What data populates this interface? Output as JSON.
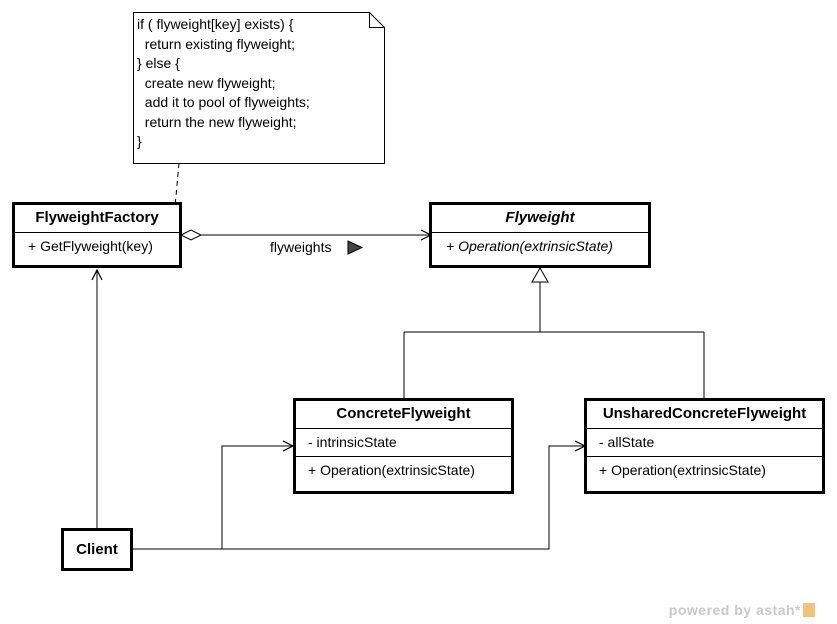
{
  "note": {
    "text": "if ( flyweight[key] exists) {\n  return existing flyweight;\n} else {\n  create new flyweight;\n  add it to pool of flyweights;\n  return the new flyweight;\n}"
  },
  "classes": {
    "flyweight_factory": {
      "name": "FlyweightFactory",
      "operations": [
        "+ GetFlyweight(key)"
      ]
    },
    "flyweight": {
      "name": "Flyweight",
      "operations": [
        "+ Operation(extrinsicState)"
      ]
    },
    "concrete_flyweight": {
      "name": "ConcreteFlyweight",
      "attributes": [
        "- intrinsicState"
      ],
      "operations": [
        "+ Operation(extrinsicState)"
      ]
    },
    "unshared_concrete_flyweight": {
      "name": "UnsharedConcreteFlyweight",
      "attributes": [
        "- allState"
      ],
      "operations": [
        "+ Operation(extrinsicState)"
      ]
    },
    "client": {
      "name": "Client"
    }
  },
  "association": {
    "label": "flyweights"
  },
  "watermark": {
    "text": "powered by astah*"
  }
}
